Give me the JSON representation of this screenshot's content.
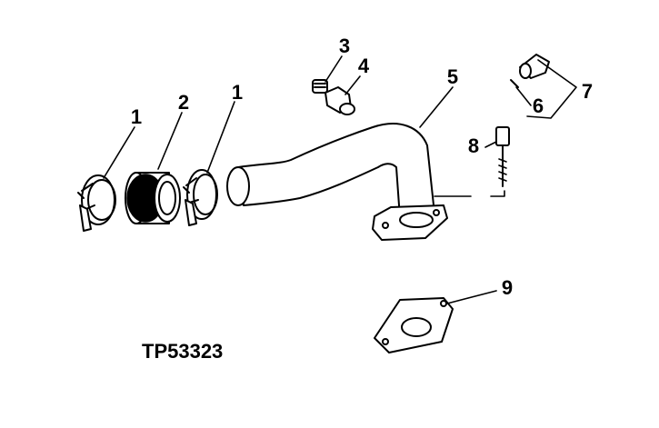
{
  "figure_id": "TP53323",
  "callouts": {
    "clamp_left": "1",
    "hose": "2",
    "clamp_right": "1",
    "plug": "3",
    "fitting": "4",
    "elbow_pipe": "5",
    "pin": "6",
    "assembly": "7",
    "cap_screw": "8",
    "gasket": "9"
  }
}
